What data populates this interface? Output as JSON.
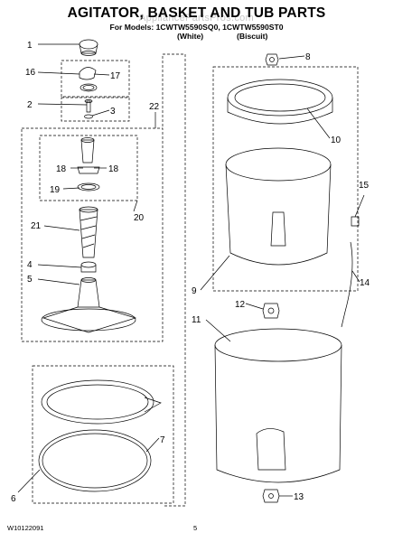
{
  "header": {
    "watermark": "AppliancePartsPros.com",
    "title": "AGITATOR, BASKET AND TUB PARTS",
    "models": "For Models: 1CWTW5590SQ0, 1CWTW5590ST0",
    "variant_white": "(White)",
    "variant_biscuit": "(Biscuit)"
  },
  "footer": {
    "doc_code": "W10122091",
    "page_number": "5"
  },
  "callouts": {
    "c1": "1",
    "c16": "16",
    "c17": "17",
    "c2": "2",
    "c3": "3",
    "c22": "22",
    "c18a": "18",
    "c18b": "18",
    "c19": "19",
    "c20": "20",
    "c21": "21",
    "c4": "4",
    "c5": "5",
    "c6": "6",
    "c7": "7",
    "c8": "8",
    "c10": "10",
    "c9": "9",
    "c15": "15",
    "c14": "14",
    "c12": "12",
    "c11": "11",
    "c13": "13"
  }
}
